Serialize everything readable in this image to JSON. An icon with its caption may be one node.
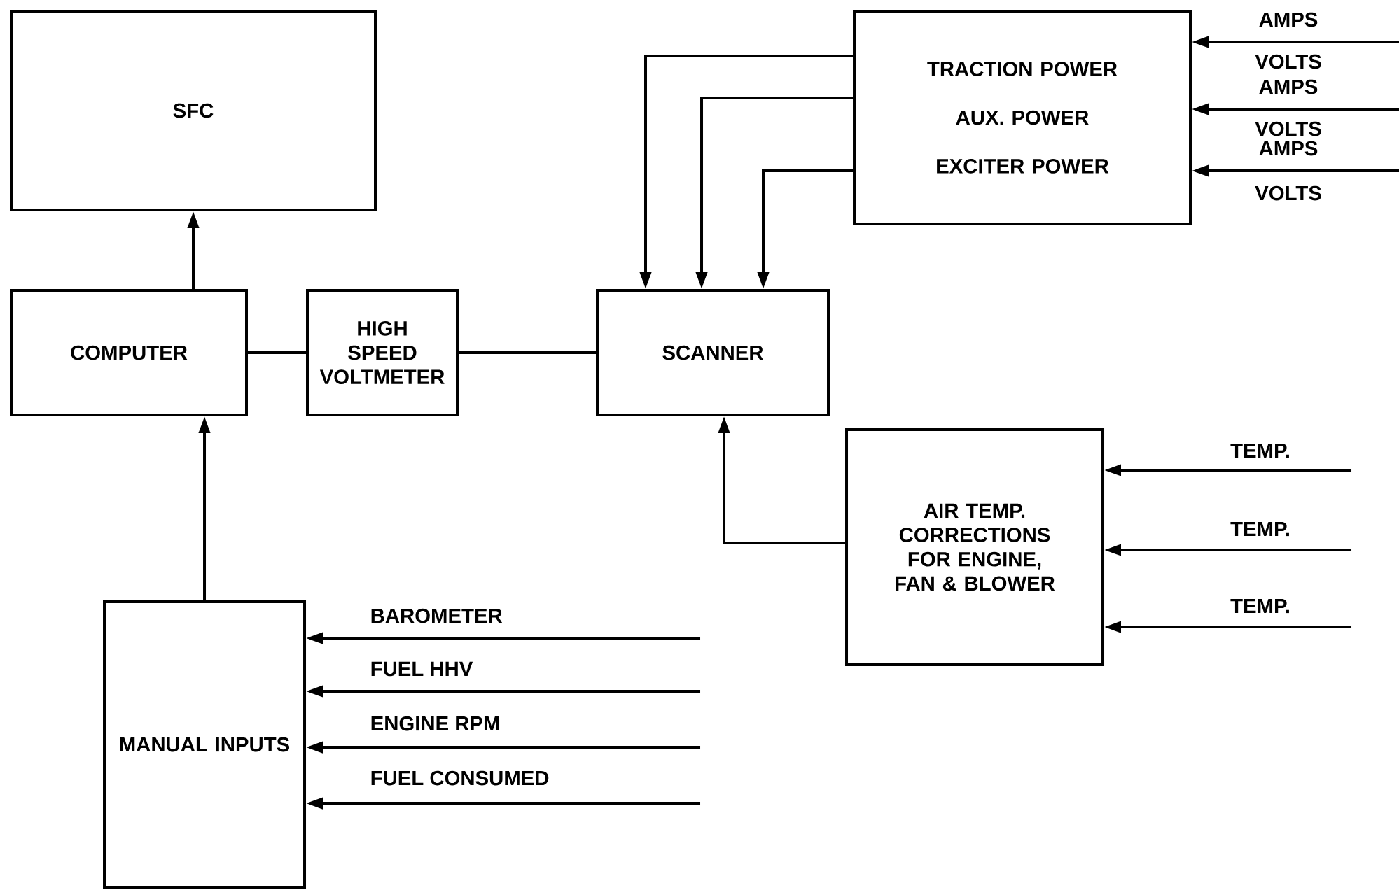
{
  "diagram": {
    "nodes": [
      {
        "text": [
          "SFC"
        ]
      },
      {
        "text": [
          "COMPUTER"
        ]
      },
      {
        "text": [
          "HIGH SPEED VOLTMETER"
        ]
      },
      {
        "text": [
          "SCANNER"
        ]
      },
      {
        "text": [
          "TRACTION POWER",
          "AUX. POWER",
          "EXCITER POWER"
        ]
      },
      {
        "text": [
          "AIR TEMP. CORRECTIONS FOR ENGINE, FAN & BLOWER"
        ]
      },
      {
        "text": [
          "MANUAL INPUTS"
        ]
      }
    ],
    "edges": [
      {
        "from": 1,
        "to": 0,
        "arrow": "to"
      },
      {
        "from": 1,
        "to": 2,
        "arrow": "none"
      },
      {
        "from": 2,
        "to": 3,
        "arrow": "none"
      },
      {
        "from": 4,
        "to": 3,
        "arrow": "to"
      },
      {
        "from": 4,
        "to": 3,
        "arrow": "to"
      },
      {
        "from": 4,
        "to": 3,
        "arrow": "to"
      },
      {
        "from": 5,
        "to": 3,
        "arrow": "to"
      },
      {
        "from": 6,
        "to": 1,
        "arrow": "to"
      },
      {
        "from": null,
        "to": 4,
        "arrow": "to",
        "label": "AMPS"
      },
      {
        "from": null,
        "to": 4,
        "arrow": "to",
        "label": "AMPS"
      },
      {
        "from": null,
        "to": 4,
        "arrow": "to",
        "label": "AMPS"
      },
      {
        "from": null,
        "to": 5,
        "arrow": "to",
        "label": "TEMP."
      },
      {
        "from": null,
        "to": 5,
        "arrow": "to",
        "label": "TEMP."
      },
      {
        "from": null,
        "to": 5,
        "arrow": "to",
        "label": "TEMP."
      },
      {
        "from": null,
        "to": 6,
        "arrow": "to",
        "label": "BAROMETER"
      },
      {
        "from": null,
        "to": 6,
        "arrow": "to",
        "label": "FUEL HHV"
      },
      {
        "from": null,
        "to": 6,
        "arrow": "to",
        "label": "ENGINE RPM"
      },
      {
        "from": null,
        "to": 6,
        "arrow": "to",
        "label": "FUEL CONSUMED"
      }
    ],
    "labels": [
      "VOLTS",
      "VOLTS",
      "VOLTS"
    ]
  }
}
